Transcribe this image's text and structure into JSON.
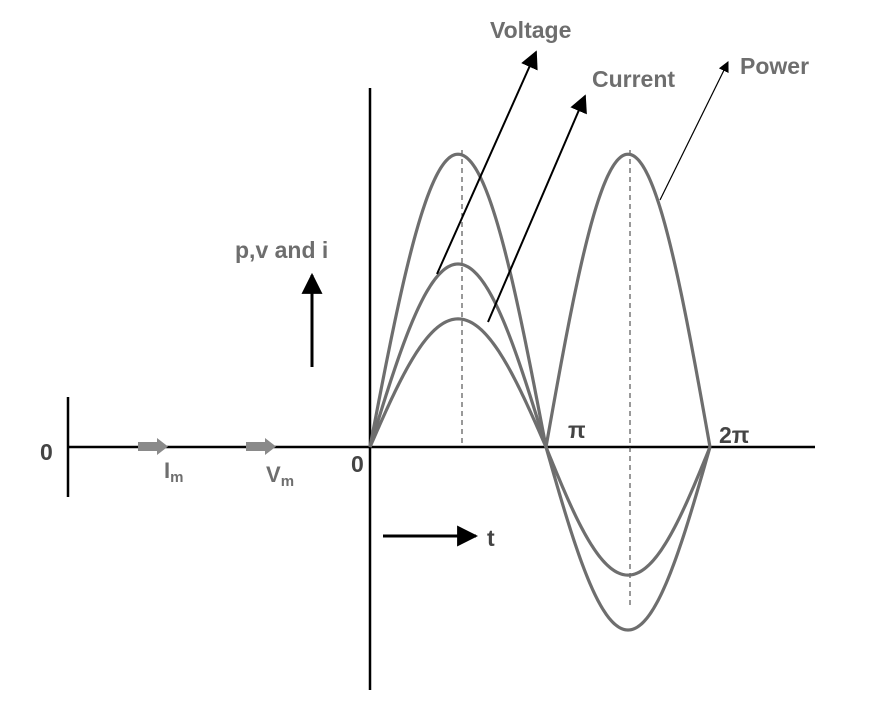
{
  "labels": {
    "voltage": "Voltage",
    "current": "Current",
    "power": "Power",
    "y_axis_label": "p,v and i",
    "t_label": "t",
    "pi": "π",
    "two_pi": "2π",
    "origin": "0",
    "left_zero": "0",
    "im_letter": "I",
    "im_sub": "m",
    "vm_letter": "V",
    "vm_sub": "m"
  },
  "chart_data": {
    "type": "line",
    "x_unit": "radians",
    "x_ticks": [
      "0",
      "π",
      "2π"
    ],
    "series": [
      {
        "name": "Voltage",
        "shape": "sine",
        "period": 6.2832,
        "amplitude": 1.0
      },
      {
        "name": "Current",
        "shape": "sine",
        "period": 6.2832,
        "amplitude": 0.7
      },
      {
        "name": "Power",
        "shape": "abs-sine-peaks",
        "period": 3.1416,
        "peak": 1.6
      }
    ],
    "colors": {
      "curves": "#6e6e6e",
      "axes": "#000000",
      "labels": "#6e6e6e"
    }
  }
}
